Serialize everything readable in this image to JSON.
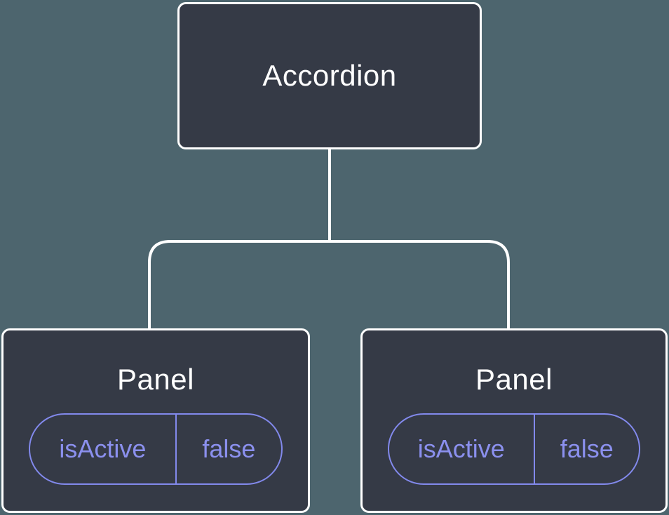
{
  "tree": {
    "root": {
      "label": "Accordion"
    },
    "children": [
      {
        "label": "Panel",
        "prop": {
          "name": "isActive",
          "value": "false"
        }
      },
      {
        "label": "Panel",
        "prop": {
          "name": "isActive",
          "value": "false"
        }
      }
    ]
  },
  "colors": {
    "background": "#4d656e",
    "node_fill": "#353a46",
    "node_border": "#ffffff",
    "connector": "#ffffff",
    "prop_accent": "#8289ec",
    "prop_text": "#8b90ee",
    "title_text": "#ffffff"
  }
}
